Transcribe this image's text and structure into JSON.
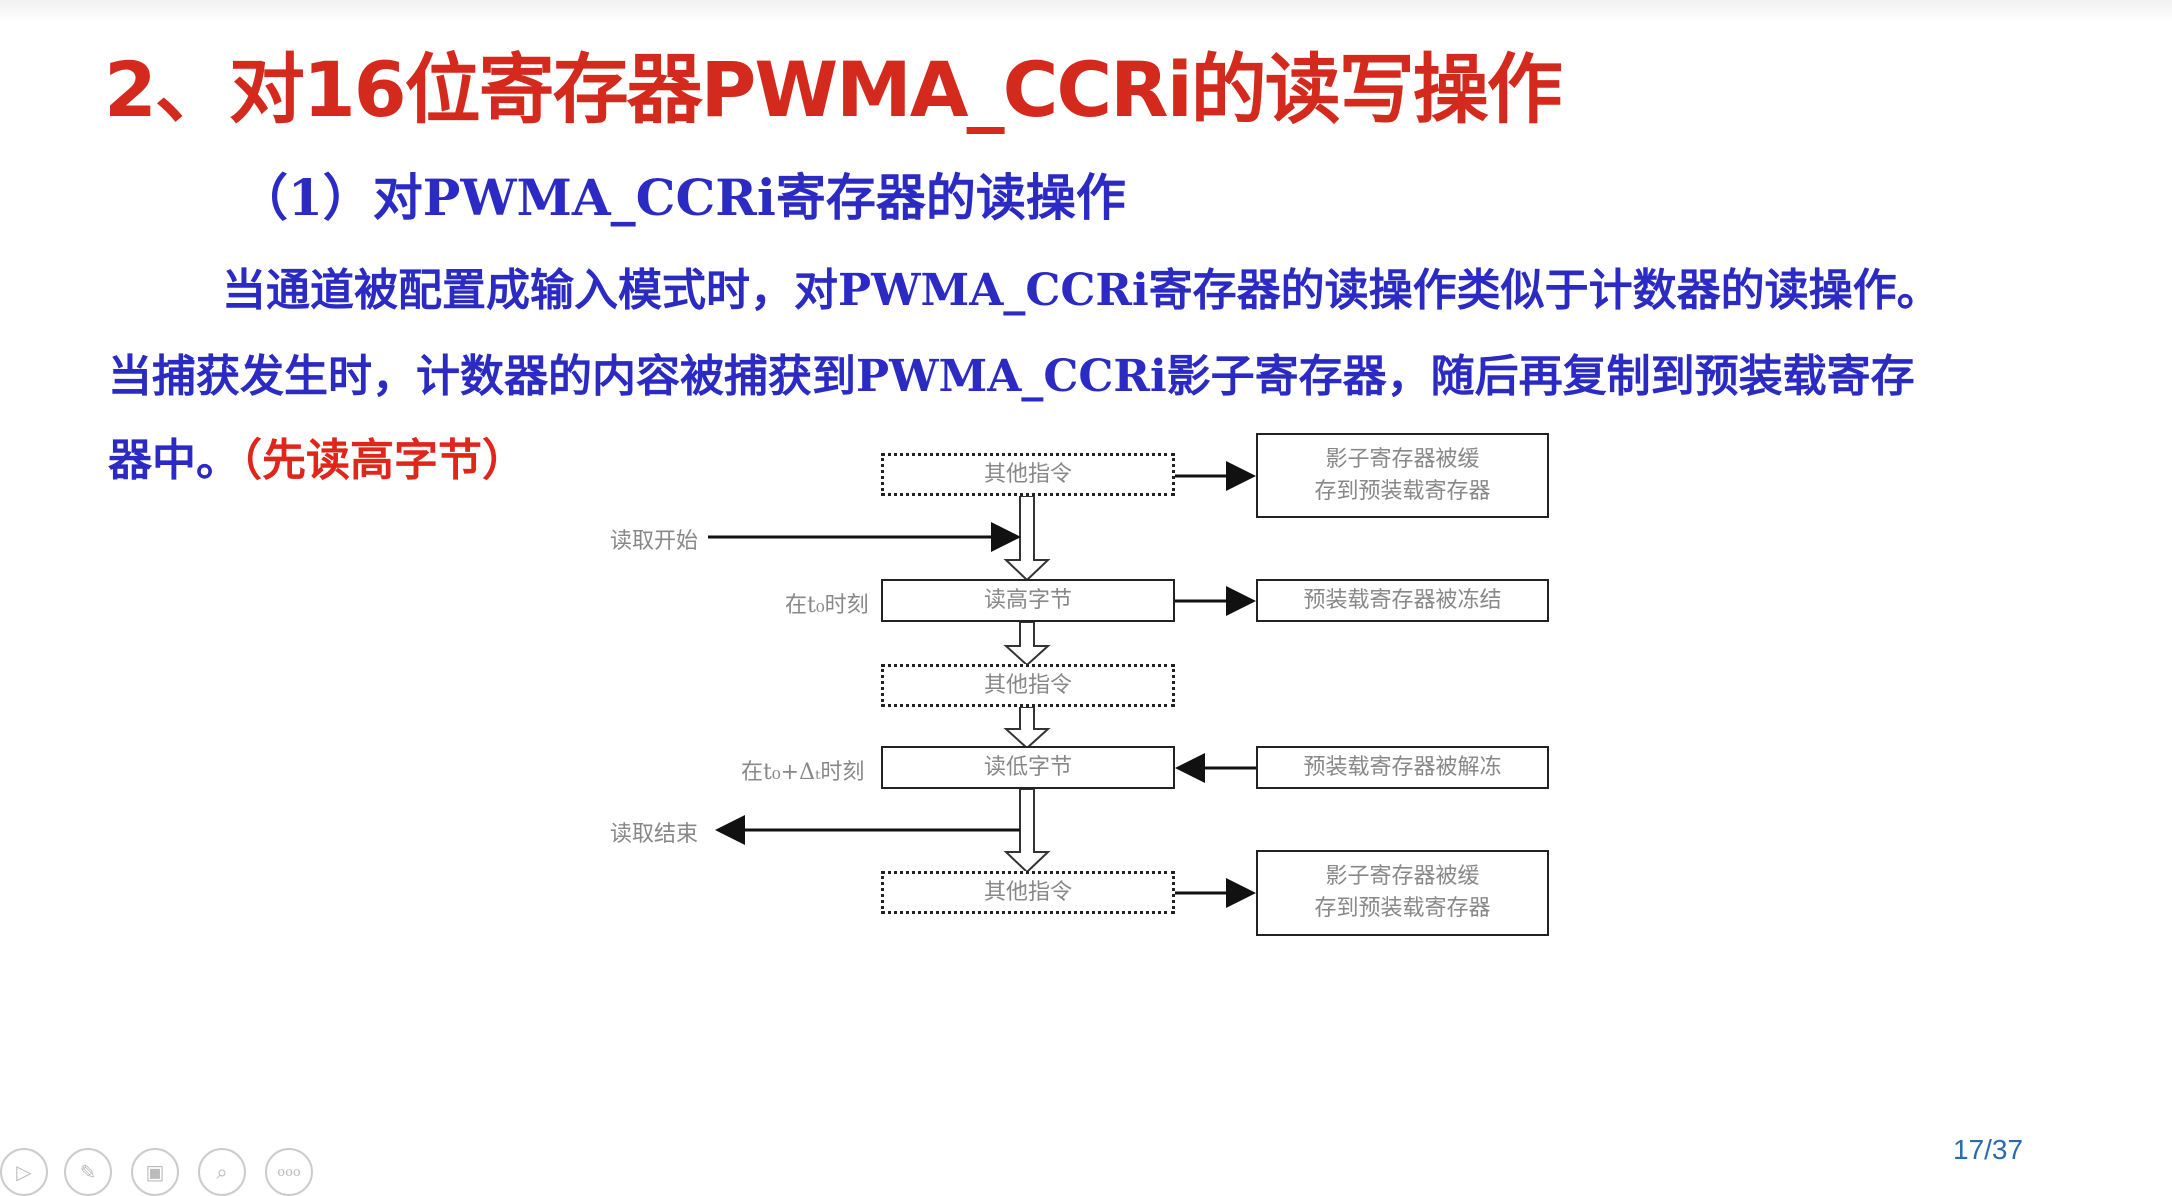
{
  "slide": {
    "title": "2、对16位寄存器PWMA_CCRi的读写操作",
    "subtitle": "（1）对PWMA_CCRi寄存器的读操作",
    "paragraph_line1": "当通道被配置成输入模式时，对PWMA_CCRi寄存器的读操作类似于计数器的读操作。",
    "paragraph_line2": "当捕获发生时，计数器的内容被捕获到PWMA_CCRi影子寄存器，随后再复制到预装载寄存",
    "paragraph_line3_start": "器中。",
    "paragraph_line3_red": "（先读高字节）",
    "page_indicator": "17/37"
  },
  "diagram": {
    "steps": [
      {
        "label": "其他指令",
        "style": "dashed"
      },
      {
        "label": "读高字节",
        "style": "solid",
        "time": "在t₀时刻"
      },
      {
        "label": "其他指令",
        "style": "dashed"
      },
      {
        "label": "读低字节",
        "style": "solid",
        "time": "在t₀+Δₜ时刻"
      },
      {
        "label": "其他指令",
        "style": "dashed"
      }
    ],
    "side_boxes": [
      {
        "line1": "影子寄存器被缓",
        "line2": "存到预装载寄存器"
      },
      {
        "line1": "预装载寄存器被冻结"
      },
      {
        "line1": "预装载寄存器被解冻"
      },
      {
        "line1": "影子寄存器被缓",
        "line2": "存到预装载寄存器"
      }
    ],
    "read_start": "读取开始",
    "read_end": "读取结束"
  },
  "controls": {
    "icons": [
      "play-icon",
      "pen-icon",
      "slides-icon",
      "zoom-icon",
      "more-icon"
    ],
    "more_glyph": "ooo"
  },
  "colors": {
    "title": "#d42a1e",
    "body": "#2b2bc4",
    "highlight": "#e0261a",
    "page": "#2a6bb0"
  }
}
